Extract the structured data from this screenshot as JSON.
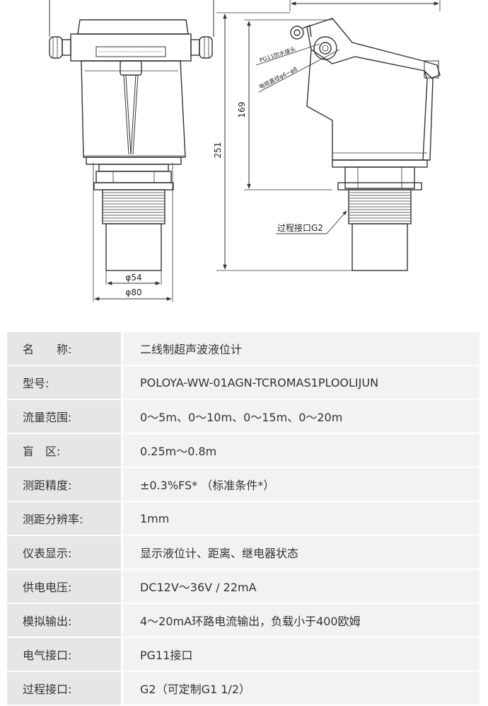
{
  "drawing": {
    "dim_diameter_small": "φ54",
    "dim_diameter_large": "φ80",
    "dim_height_upper": "169",
    "dim_height_total": "251",
    "label_cable_gland": "PG11防水接头",
    "label_cable_diameter": "电缆直径φ6~φ8",
    "label_process_connection": "过程接口G2"
  },
  "specs": [
    {
      "label": "名　　称:",
      "value": "二线制超声波液位计"
    },
    {
      "label": "型号:",
      "value": "POLOYA-WW-01AGN-TCROMAS1PLOOLIJUN"
    },
    {
      "label": "流量范围:",
      "value": "0～5m、0～10m、0～15m、0～20m"
    },
    {
      "label": "盲　区:",
      "value": "0.25m～0.8m"
    },
    {
      "label": "测距精度:",
      "value": "±0.3%FS* （标准条件*）"
    },
    {
      "label": "测距分辨率:",
      "value": "1mm"
    },
    {
      "label": "仪表显示:",
      "value": "显示液位计、距离、继电器状态"
    },
    {
      "label": "供电电压:",
      "value": "DC12V～36V / 22mA"
    },
    {
      "label": "模拟输出:",
      "value": "4～20mA环路电流输出，负载小于400欧姆"
    },
    {
      "label": "电气接口:",
      "value": "PG11接口"
    },
    {
      "label": "过程接口:",
      "value": "G2（可定制G1 1/2）"
    }
  ]
}
